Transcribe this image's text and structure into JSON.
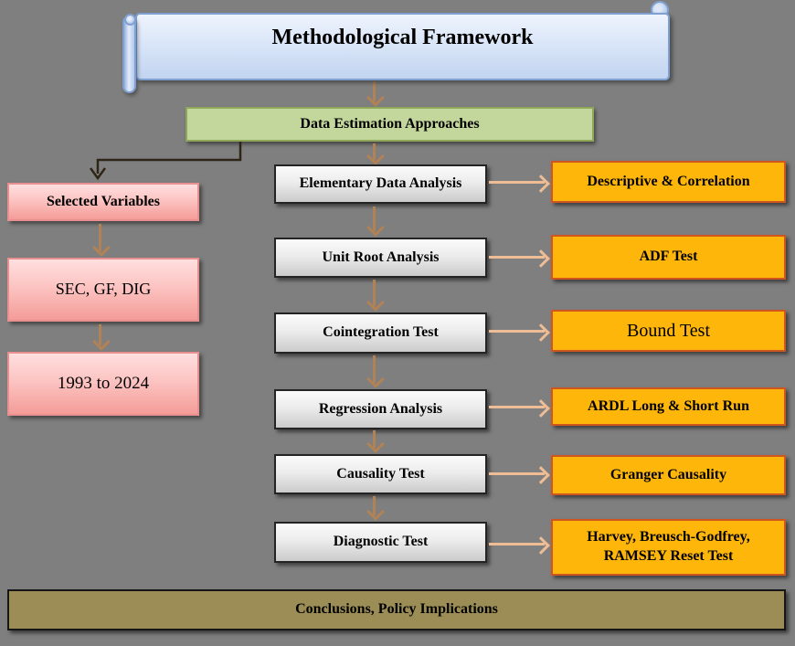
{
  "banner": {
    "title": "Methodological Framework"
  },
  "approaches": {
    "label": "Data Estimation Approaches"
  },
  "variables": {
    "header": "Selected Variables",
    "list": "SEC, GF, DIG",
    "period": "1993 to 2024"
  },
  "steps": [
    {
      "name": "Elementary Data Analysis",
      "method": "Descriptive & Correlation"
    },
    {
      "name": "Unit Root Analysis",
      "method": "ADF Test"
    },
    {
      "name": "Cointegration Test",
      "method": "Bound Test"
    },
    {
      "name": "Regression Analysis",
      "method": "ARDL Long & Short Run"
    },
    {
      "name": "Causality Test",
      "method": "Granger Causality"
    },
    {
      "name": "Diagnostic Test",
      "method": "Harvey, Breusch-Godfrey, RAMSEY Reset Test"
    }
  ],
  "footer": {
    "label": "Conclusions, Policy Implications"
  },
  "colors": {
    "background": "#7f7f7f",
    "banner_fill": "#d6e2f6",
    "banner_border": "#7fa1d2",
    "green_fill": "#c3d69b",
    "green_border": "#8ea759",
    "gray_fill": "#e8e8e8",
    "gray_border": "#242424",
    "orange_fill": "#ffb60a",
    "orange_border": "#d0551f",
    "pink_fill": "#f9b8b5",
    "pink_border": "#e89090",
    "footer_fill": "#9b8d55",
    "arrow_tan": "#b08255",
    "arrow_peach": "#eebd95",
    "elbow_connector": "#2f2516"
  }
}
